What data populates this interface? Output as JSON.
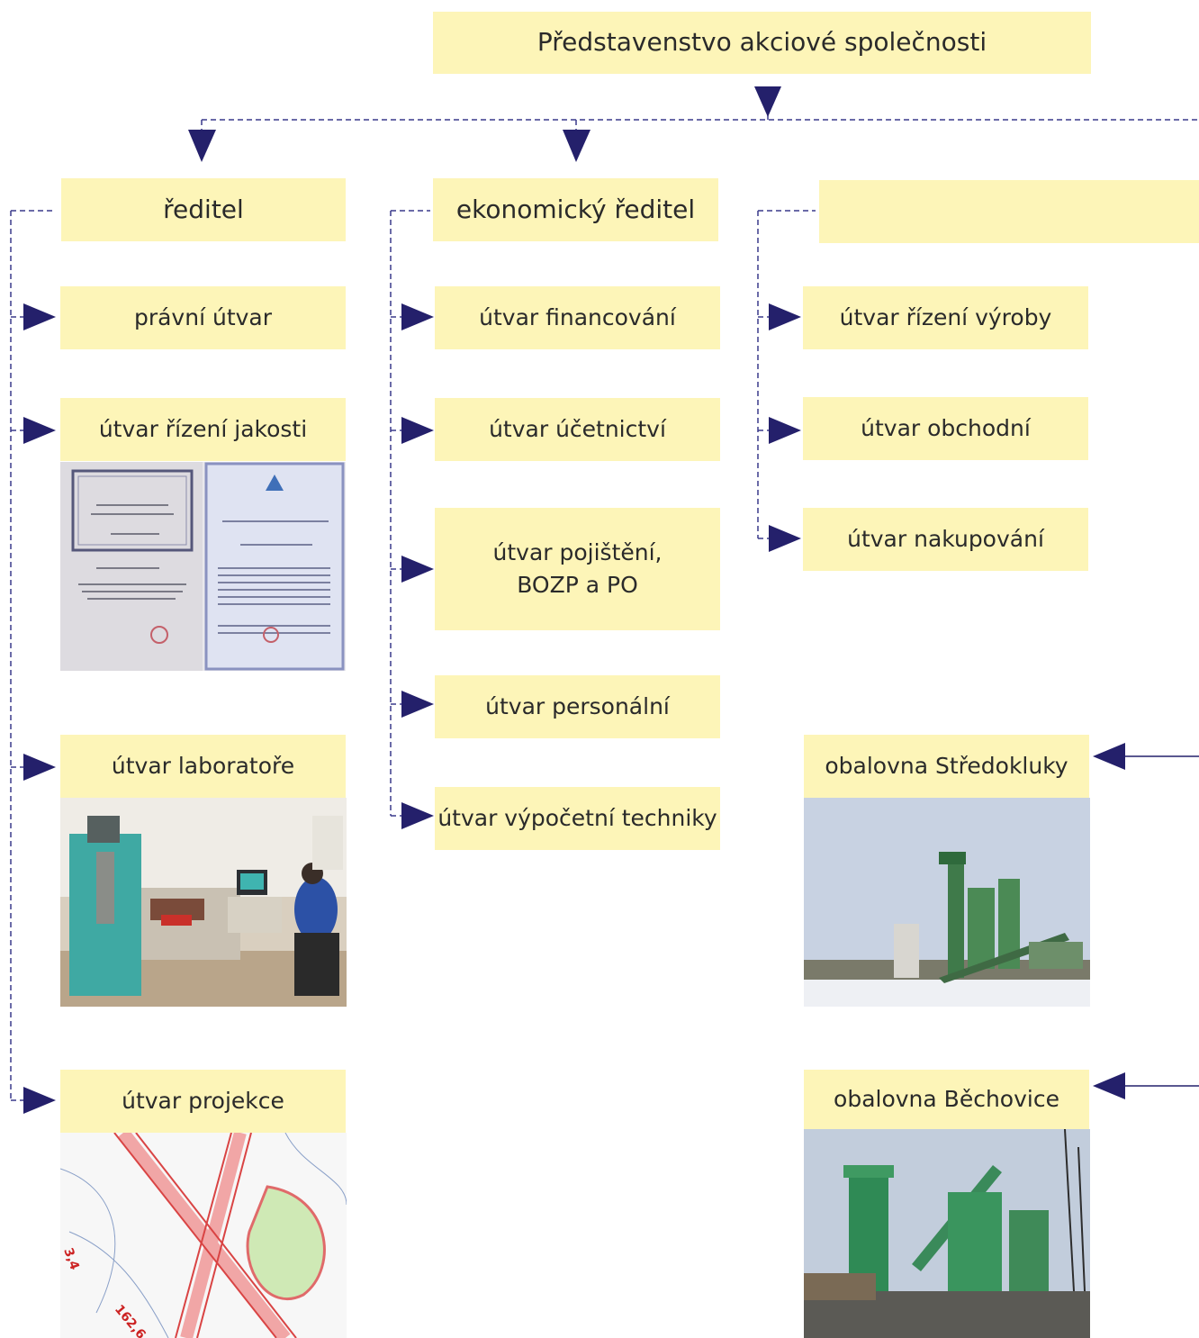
{
  "board": {
    "label": "Představenstvo akciové společnosti"
  },
  "columns": [
    {
      "head": "ředitel",
      "units": [
        "právní útvar",
        "útvar řízení jakosti",
        "útvar laboratoře",
        "útvar projekce"
      ]
    },
    {
      "head": "ekonomický ředitel",
      "units": [
        "útvar financování",
        "útvar účetnictví",
        "útvar pojištění,\nBOZP a PO",
        "útvar personální",
        "útvar výpočetní techniky"
      ]
    },
    {
      "head": "",
      "units": [
        "útvar řízení výroby",
        "útvar obchodní",
        "útvar nakupování"
      ]
    }
  ],
  "plants": [
    "obalovna Středokluky",
    "obalovna Běchovice"
  ],
  "photos": [
    "certificates-photo",
    "laboratory-photo",
    "project-map-image",
    "plant-stredokluky-photo",
    "plant-bechovice-photo"
  ],
  "colors": {
    "box": "#fdf5b8",
    "arrow": "#24206b",
    "line": "#3a3a8c"
  }
}
